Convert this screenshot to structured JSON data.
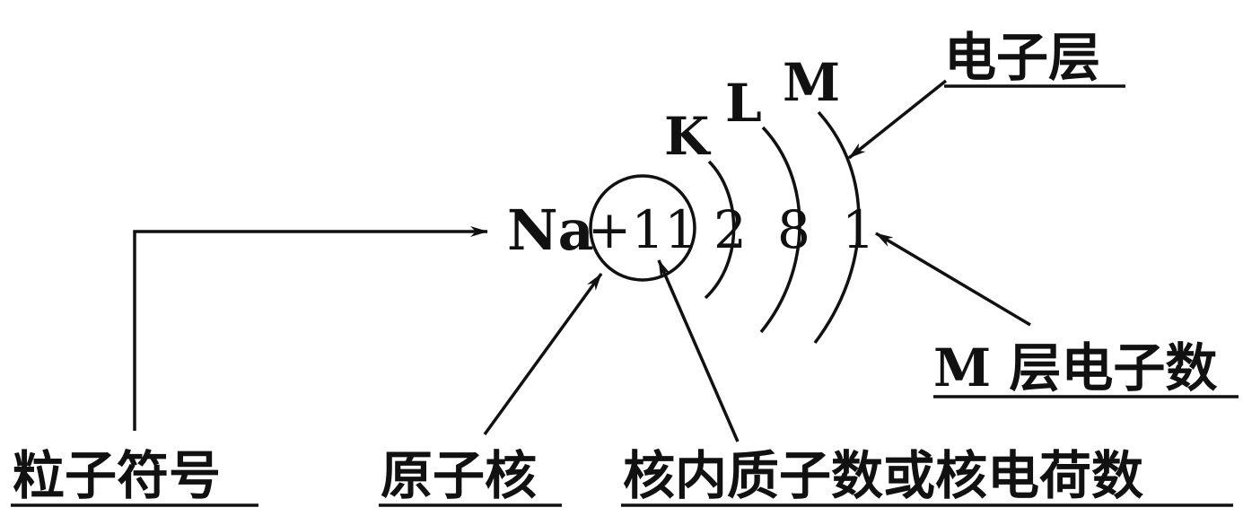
{
  "atom": {
    "symbol": "Na",
    "nucleus_charge": "+11",
    "shells": [
      {
        "letter": "K",
        "electrons": "2"
      },
      {
        "letter": "L",
        "electrons": "8"
      },
      {
        "letter": "M",
        "electrons": "1"
      }
    ]
  },
  "labels": {
    "electron_shell": "电子层",
    "m_shell_electrons": "M 层电子数",
    "particle_symbol": "粒子符号",
    "nucleus": "原子核",
    "proton_number": "核内质子数或核电荷数"
  }
}
